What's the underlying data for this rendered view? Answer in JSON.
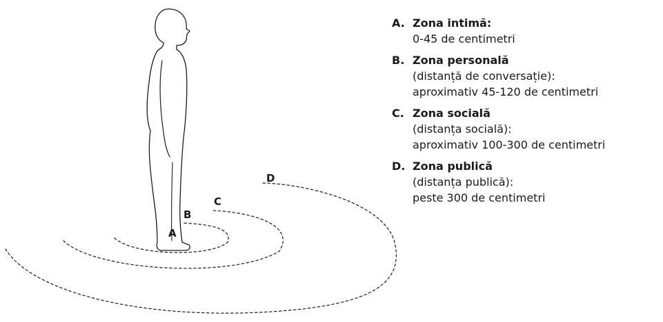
{
  "diagram": {
    "labels": {
      "a": "A",
      "b": "B",
      "c": "C",
      "d": "D"
    }
  },
  "legend": {
    "items": [
      {
        "letter": "A.",
        "title": "Zona intimă:",
        "lines": [
          "0-45 de centimetri"
        ]
      },
      {
        "letter": "B.",
        "title": "Zona personală",
        "lines": [
          "(distanță de conversație):",
          "aproximativ 45-120 de centimetri"
        ]
      },
      {
        "letter": "C.",
        "title": "Zona socială",
        "lines": [
          "(distanța socială):",
          "aproximativ 100-300 de centimetri"
        ]
      },
      {
        "letter": "D.",
        "title": "Zona publică",
        "lines": [
          "(distanța publică):",
          "peste 300 de centimetri"
        ]
      }
    ]
  }
}
